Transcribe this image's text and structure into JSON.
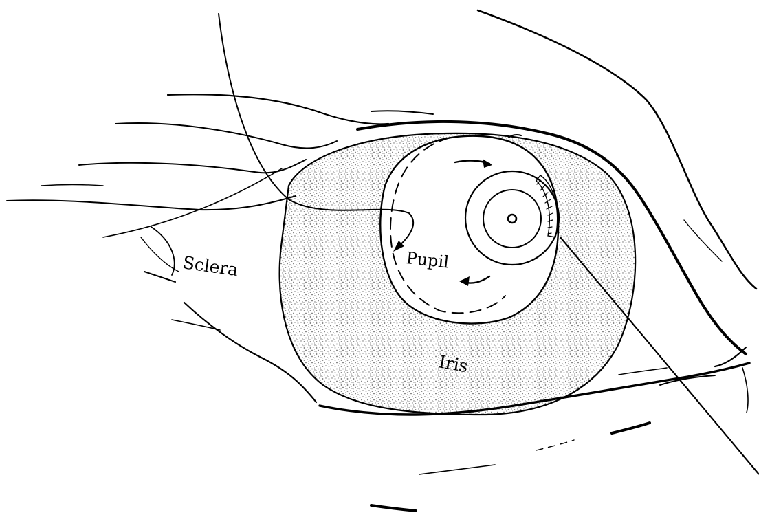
{
  "labels": {
    "sclera": "Sclera",
    "pupil": "Pupil",
    "iris": "Iris"
  },
  "colors": {
    "ink": "#000000",
    "background": "#ffffff",
    "iris_stipple": "#6e6e6e"
  }
}
